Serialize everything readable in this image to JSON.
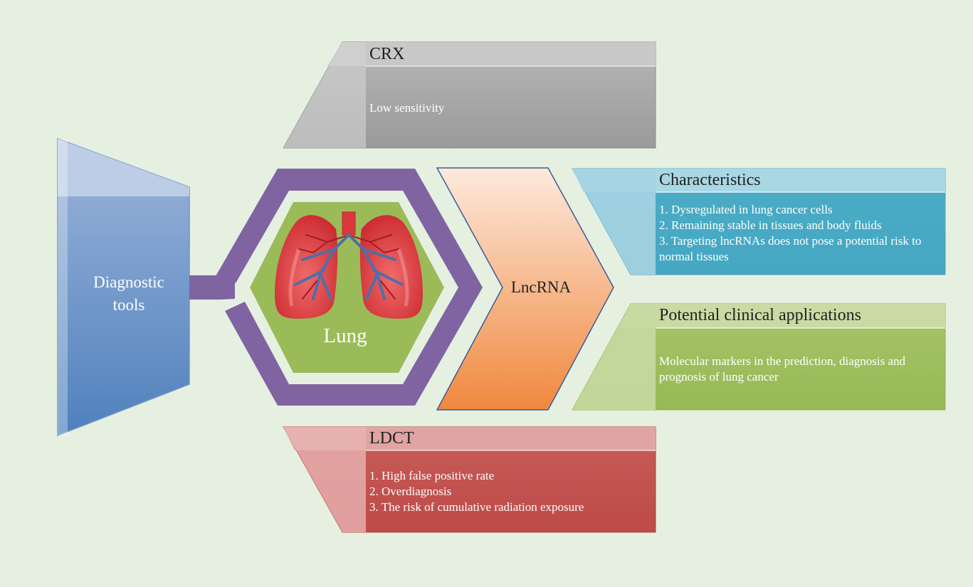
{
  "left_block": {
    "lines": [
      "Diagnostic",
      "tools"
    ]
  },
  "hexagon": {
    "label": "Lung"
  },
  "arrow": {
    "label": "LncRNA"
  },
  "crx": {
    "title": "CRX",
    "lines": [
      "Low sensitivity"
    ]
  },
  "ldct": {
    "title": "LDCT",
    "lines": [
      "1. High false positive rate",
      "2. Overdiagnosis",
      "3. The risk of cumulative radiation exposure"
    ]
  },
  "characteristics": {
    "title": "Characteristics",
    "lines": [
      "1. Dysregulated in lung cancer cells",
      "2. Remaining stable in tissues and body fluids",
      "3. Targeting lncRNAs does not pose a potential risk to",
      "normal tissues"
    ]
  },
  "applications": {
    "title": "Potential clinical applications",
    "lines": [
      "Molecular markers in the prediction, diagnosis and",
      "prognosis of lung cancer"
    ]
  },
  "colors": {
    "background": "#e6f0e1",
    "blue": "#6b93c8",
    "purple": "#8064a2",
    "green": "#9bbb59",
    "orange": "#f28f4c",
    "teal": "#4bacc6",
    "gray": "#a6a6a6",
    "red": "#c0504d",
    "lung_red": "#d9393c",
    "vessel_blue": "#4f6fa8"
  }
}
